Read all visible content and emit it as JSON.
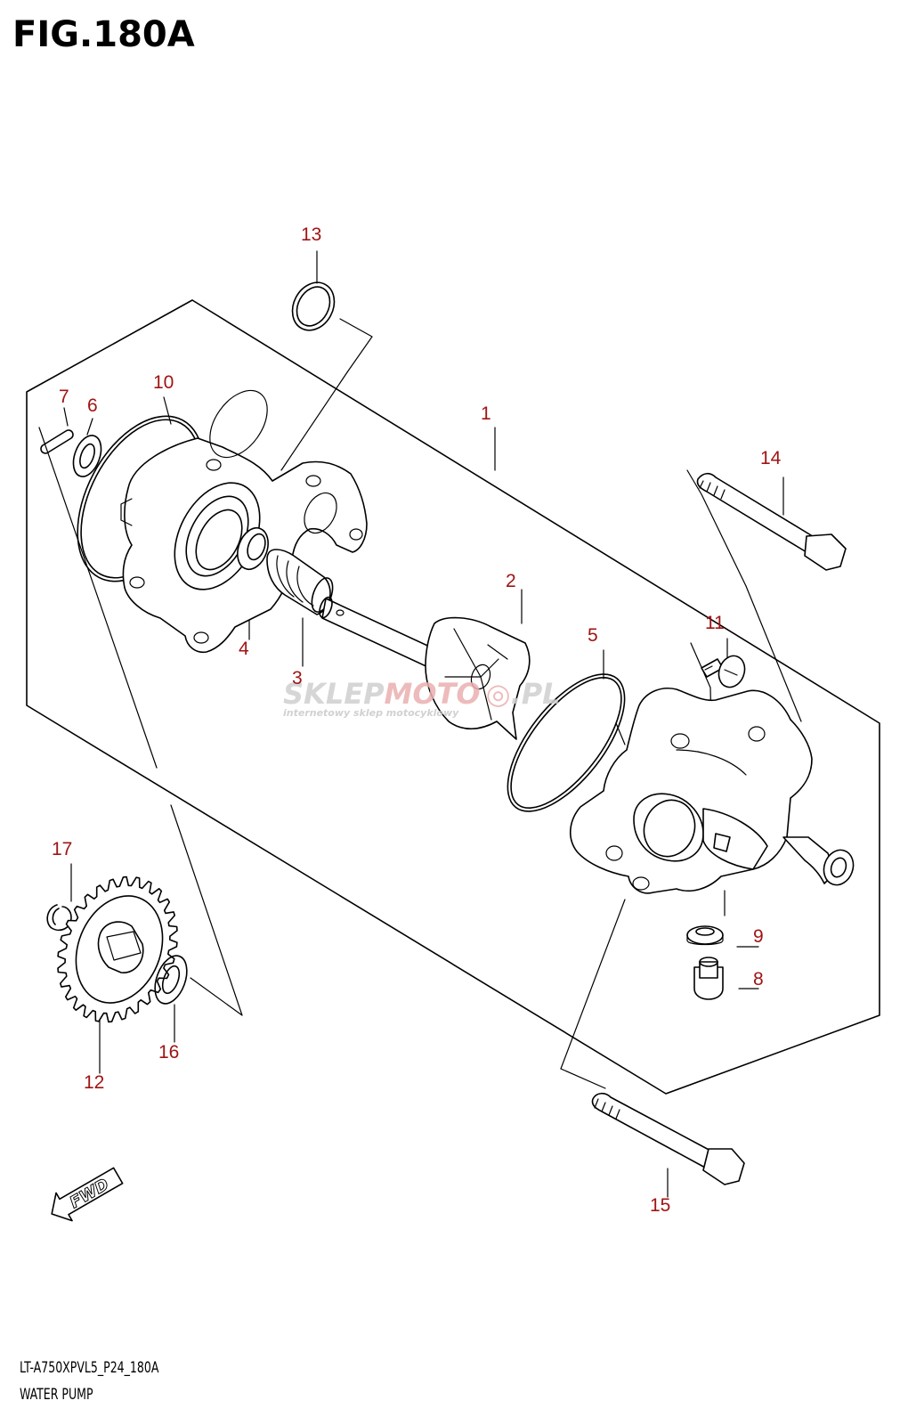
{
  "figure": {
    "title": "FIG.180A",
    "model_code": "LT-A750XPVL5_P24_180A",
    "section_name": "WATER PUMP"
  },
  "callouts": [
    {
      "id": "1",
      "label": "1"
    },
    {
      "id": "2",
      "label": "2"
    },
    {
      "id": "3",
      "label": "3"
    },
    {
      "id": "4",
      "label": "4"
    },
    {
      "id": "5",
      "label": "5"
    },
    {
      "id": "6",
      "label": "6"
    },
    {
      "id": "7",
      "label": "7"
    },
    {
      "id": "8",
      "label": "8"
    },
    {
      "id": "9",
      "label": "9"
    },
    {
      "id": "10",
      "label": "10"
    },
    {
      "id": "11",
      "label": "11"
    },
    {
      "id": "12",
      "label": "12"
    },
    {
      "id": "13",
      "label": "13"
    },
    {
      "id": "14",
      "label": "14"
    },
    {
      "id": "15",
      "label": "15"
    },
    {
      "id": "16",
      "label": "16"
    },
    {
      "id": "17",
      "label": "17"
    }
  ],
  "fwd_arrow": {
    "label": "FWD"
  },
  "watermark": {
    "brand_part1": "SKLEP",
    "brand_part2": "MOTO",
    "brand_part3": ".PL",
    "tagline": "internetowy sklep motocyklowy",
    "colors": {
      "grey": "#c8c8c8",
      "red": "#e8a0a0"
    }
  },
  "colors": {
    "callout": "#a01414",
    "line": "#000000"
  }
}
